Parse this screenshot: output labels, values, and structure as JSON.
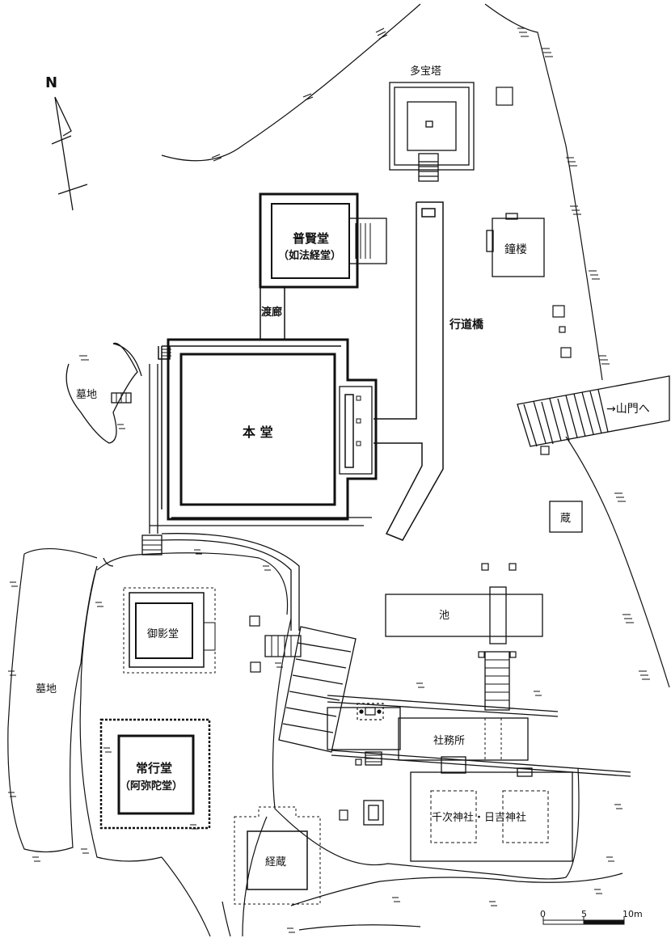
{
  "compass": {
    "north": "N"
  },
  "labels": {
    "tahoto": "多宝塔",
    "fugendo": "普賢堂",
    "fugendo_sub": "（如法経堂）",
    "watarirou": "渡廊",
    "gyodobashi": "行道橋",
    "shoro": "鐘楼",
    "bochi_top": "墓地",
    "hondo": "本 堂",
    "sanmon": "→山門へ",
    "kura": "蔵",
    "ike": "池",
    "mieido": "御影堂",
    "bochi_left": "墓地",
    "shamusho": "社務所",
    "jogyodo": "常行堂",
    "jogyodo_sub": "（阿弥陀堂）",
    "shrine": "千次神社・日吉神社",
    "kyozo": "経蔵"
  },
  "scale": {
    "zero": "0",
    "mid": "5",
    "max": "10m"
  },
  "colors": {
    "ink": "#111111",
    "paper": "#ffffff"
  }
}
